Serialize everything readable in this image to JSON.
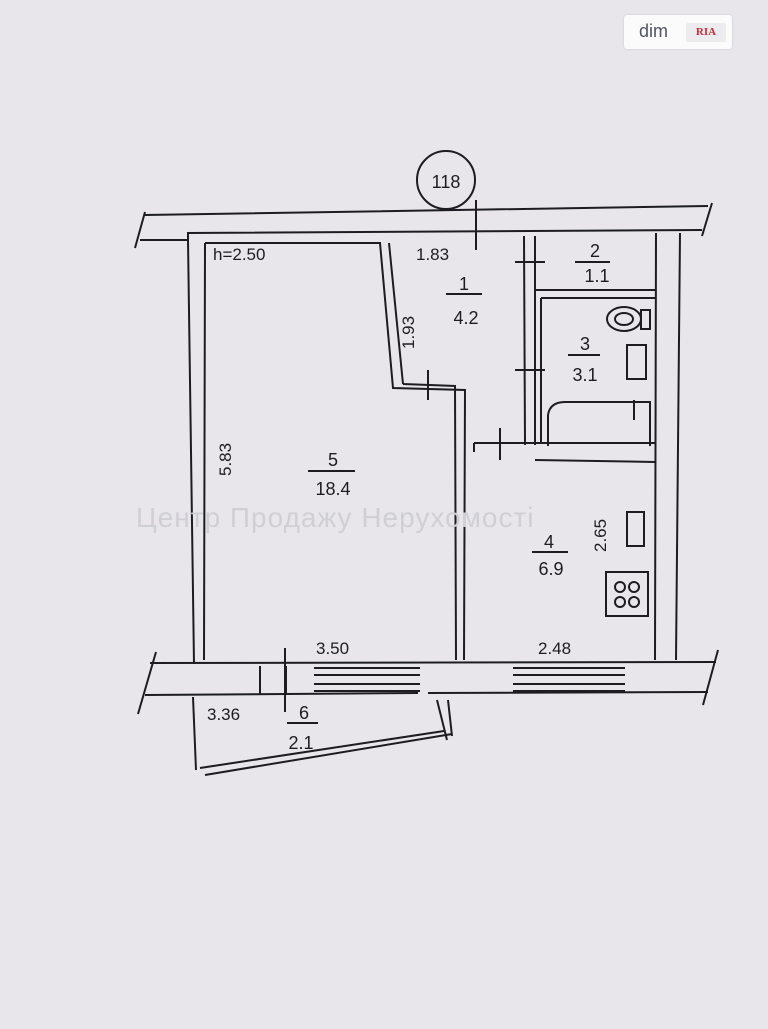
{
  "badge": {
    "brand": "dim",
    "ria": "RIA"
  },
  "building_number": "118",
  "ceiling_height": "h=2.50",
  "watermark": "Центр Продажу Нерухомості",
  "rooms": [
    {
      "number": "1",
      "area": "4.2"
    },
    {
      "number": "2",
      "area": "1.1"
    },
    {
      "number": "3",
      "area": "3.1"
    },
    {
      "number": "4",
      "area": "6.9"
    },
    {
      "number": "5",
      "area": "18.4"
    },
    {
      "number": "6",
      "area": "2.1"
    }
  ],
  "dimensions": {
    "corridor_width": "1.83",
    "corridor_length": "1.93",
    "living_length": "5.83",
    "kitchen_length": "2.65",
    "living_width": "3.50",
    "kitchen_width": "2.48",
    "balcony_length": "3.36"
  }
}
